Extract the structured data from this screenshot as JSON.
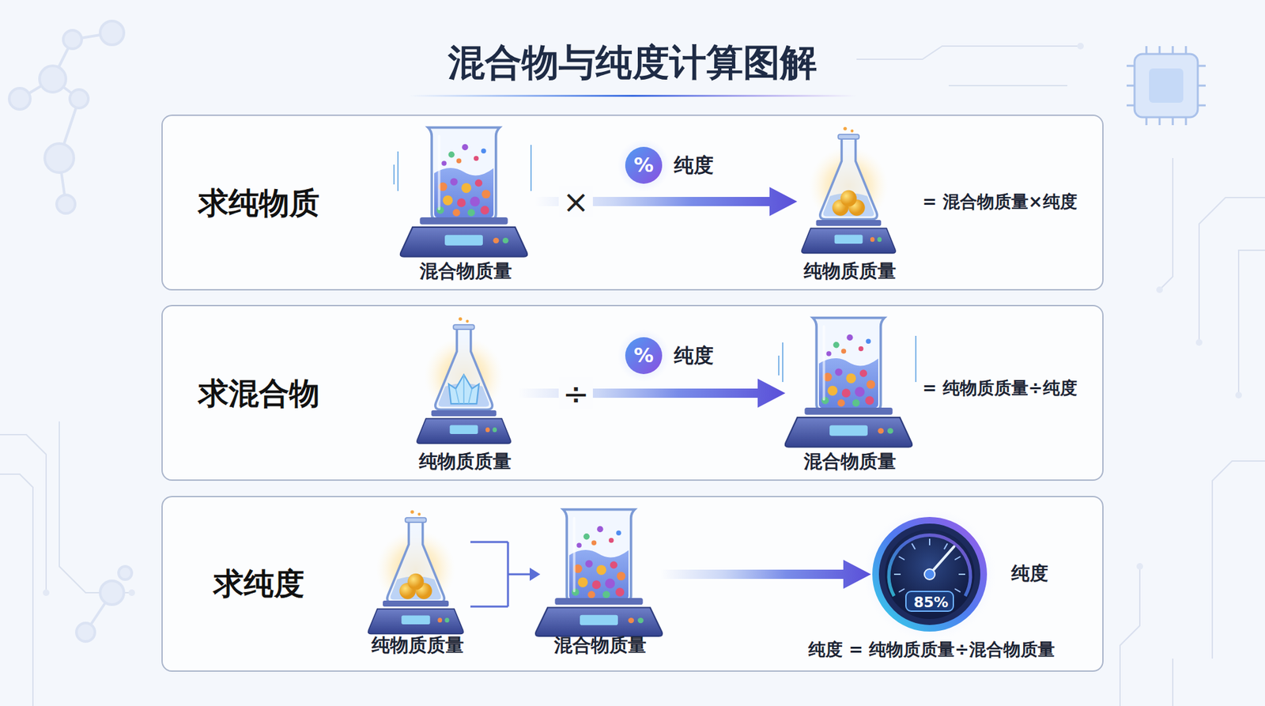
{
  "diagram": {
    "title": "混合物与纯度计算图解",
    "nodes": [
      {
        "text": [
          "求纯物质"
        ]
      },
      {
        "text": [
          "混合物质量"
        ],
        "in": 0
      },
      {
        "text": [
          "纯物质质量"
        ],
        "in": 0
      },
      {
        "text": [
          "求混合物"
        ]
      },
      {
        "text": [
          "纯物质质量"
        ],
        "in": 3
      },
      {
        "text": [
          "混合物质量"
        ],
        "in": 3
      },
      {
        "text": [
          "求纯度"
        ]
      },
      {
        "text": [
          "纯物质质量"
        ],
        "in": 6
      },
      {
        "text": [
          "混合物质量"
        ],
        "in": 6
      },
      {
        "text": [
          "85%",
          "纯度"
        ],
        "in": 6
      }
    ],
    "edges": [
      {
        "from": 1,
        "to": 2,
        "arrow": "to",
        "label": "纯度"
      },
      {
        "from": 4,
        "to": 5,
        "arrow": "to",
        "label": "纯度"
      },
      {
        "from": 7,
        "to": 8,
        "arrow": "to"
      },
      {
        "from": 8,
        "to": 9,
        "arrow": "to"
      }
    ],
    "labels": [
      "×",
      "%",
      "= 混合物质量×纯度",
      "÷",
      "%",
      "= 纯物质质量÷纯度",
      "纯度 = 纯物质质量÷混合物质量"
    ]
  }
}
